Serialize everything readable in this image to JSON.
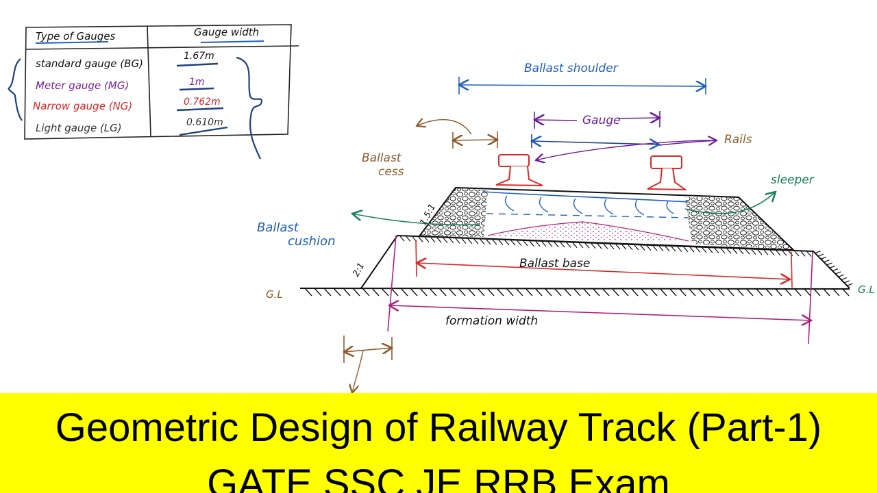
{
  "table": {
    "headers": [
      "Type of Gauges",
      "Gauge width"
    ],
    "rows": [
      {
        "type": "standard gauge (BG)",
        "width": "1.67m",
        "color": "#111111"
      },
      {
        "type": "Meter gauge (MG)",
        "width": "1m",
        "color": "#7a1fa2"
      },
      {
        "type": "Narrow gauge (NG)",
        "width": "0.762m",
        "color": "#d62828"
      },
      {
        "type": "Light gauge (LG)",
        "width": "0.610m",
        "color": "#333333"
      }
    ]
  },
  "labels": {
    "ballast_shoulder": "Ballast shoulder",
    "gauge": "Gauge",
    "rails": "Rails",
    "ballast_cess": "Ballast",
    "ballast_cess_2": "cess",
    "sleeper": "sleeper",
    "ballast_cushion": "Ballast",
    "ballast_cushion_2": "cushion",
    "slope_top": "1.5:1",
    "slope_bottom": "2:1",
    "ballast_base": "Ballast base",
    "gl_left": "G.L",
    "gl_right": "G.L",
    "formation_width": "formation width"
  },
  "banner": {
    "line1": "Geometric Design of Railway Track (Part-1)",
    "line2": "GATE SSC JE RRB Exam"
  },
  "colors": {
    "blue": "#1f5fbf",
    "purple": "#6a1b9a",
    "red": "#d62828",
    "magenta": "#b0207a",
    "green": "#1b7f5a",
    "brown": "#8b5a2b",
    "banner": "#ffff00"
  }
}
